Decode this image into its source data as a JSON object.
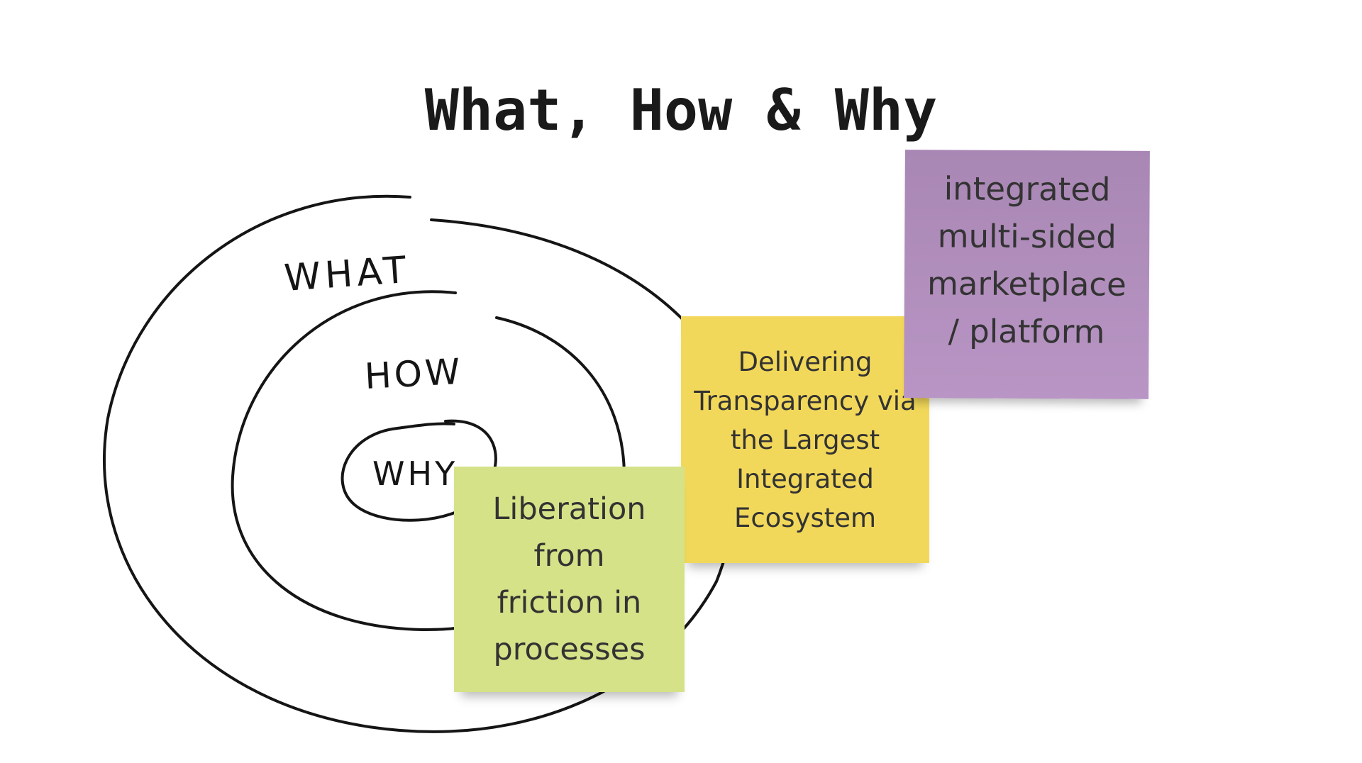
{
  "title": "What, How & Why",
  "circle_labels": {
    "what": "WHAT",
    "how": "HOW",
    "why": "WHY"
  },
  "notes": {
    "green": {
      "text": "Liberation from friction in processes",
      "color": "#d6e288"
    },
    "yellow": {
      "text": "Delivering Transparency via the Largest Integrated Ecosystem",
      "color": "#f2d85a"
    },
    "purple": {
      "text": "integrated multi-sided marketplace / platform",
      "color": "#b08fbc"
    }
  },
  "colors": {
    "ink": "#151515",
    "background": "#ffffff"
  }
}
